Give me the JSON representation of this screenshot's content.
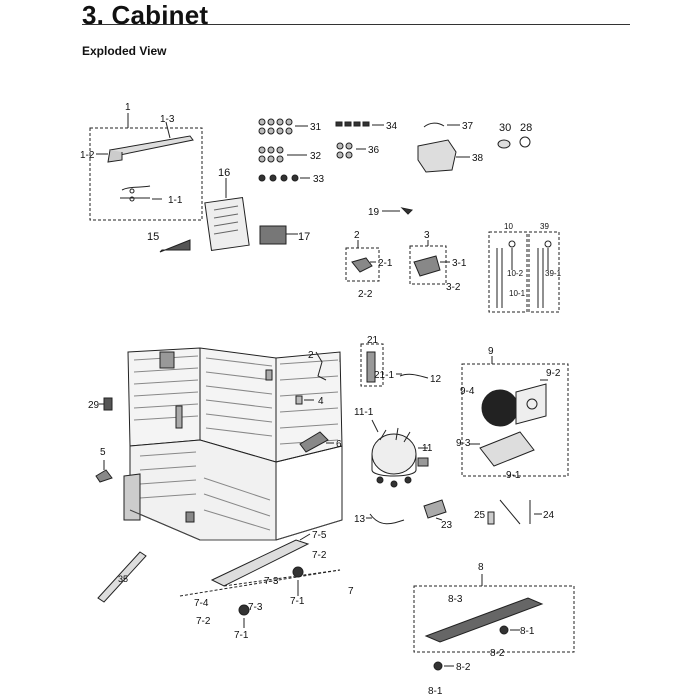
{
  "header": {
    "title": "3.  Cabinet",
    "subtitle": "Exploded View"
  },
  "parts": {
    "p1": "1",
    "p1_1": "1-1",
    "p1_2": "1-2",
    "p1_3": "1-3",
    "p2": "2",
    "p2_1": "2-1",
    "p2_2": "2-2",
    "p3": "3",
    "p3_1": "3-1",
    "p3_2": "3-2",
    "p4": "4",
    "p5": "5",
    "p6": "6",
    "p7": "7",
    "p7_1a": "7-1",
    "p7_1b": "7-1",
    "p7_2a": "7-2",
    "p7_2b": "7-2",
    "p7_3a": "7-3",
    "p7_3b": "7-3",
    "p7_4": "7-4",
    "p7_5": "7-5",
    "p8": "8",
    "p8_1a": "8-1",
    "p8_1b": "8-1",
    "p8_2a": "8-2",
    "p8_2b": "8-2",
    "p8_3": "8-3",
    "p9": "9",
    "p9_1": "9-1",
    "p9_2": "9-2",
    "p9_3": "9-3",
    "p9_4": "9-4",
    "p10": "10",
    "p10_1": "10-1",
    "p10_2": "10-2",
    "p11": "11",
    "p11_1": "11-1",
    "p12": "12",
    "p13": "13",
    "p15": "15",
    "p16": "16",
    "p17": "17",
    "p19": "19",
    "p21": "21",
    "p21_1": "21-1",
    "p23": "23",
    "p24": "24",
    "p25": "25",
    "p28": "28",
    "p29": "29",
    "p30": "30",
    "p31": "31",
    "p32": "32",
    "p33": "33",
    "p34": "34",
    "p35": "35",
    "p36": "36",
    "p37": "37",
    "p38": "38",
    "p39": "39",
    "p39_1": "39-1"
  }
}
